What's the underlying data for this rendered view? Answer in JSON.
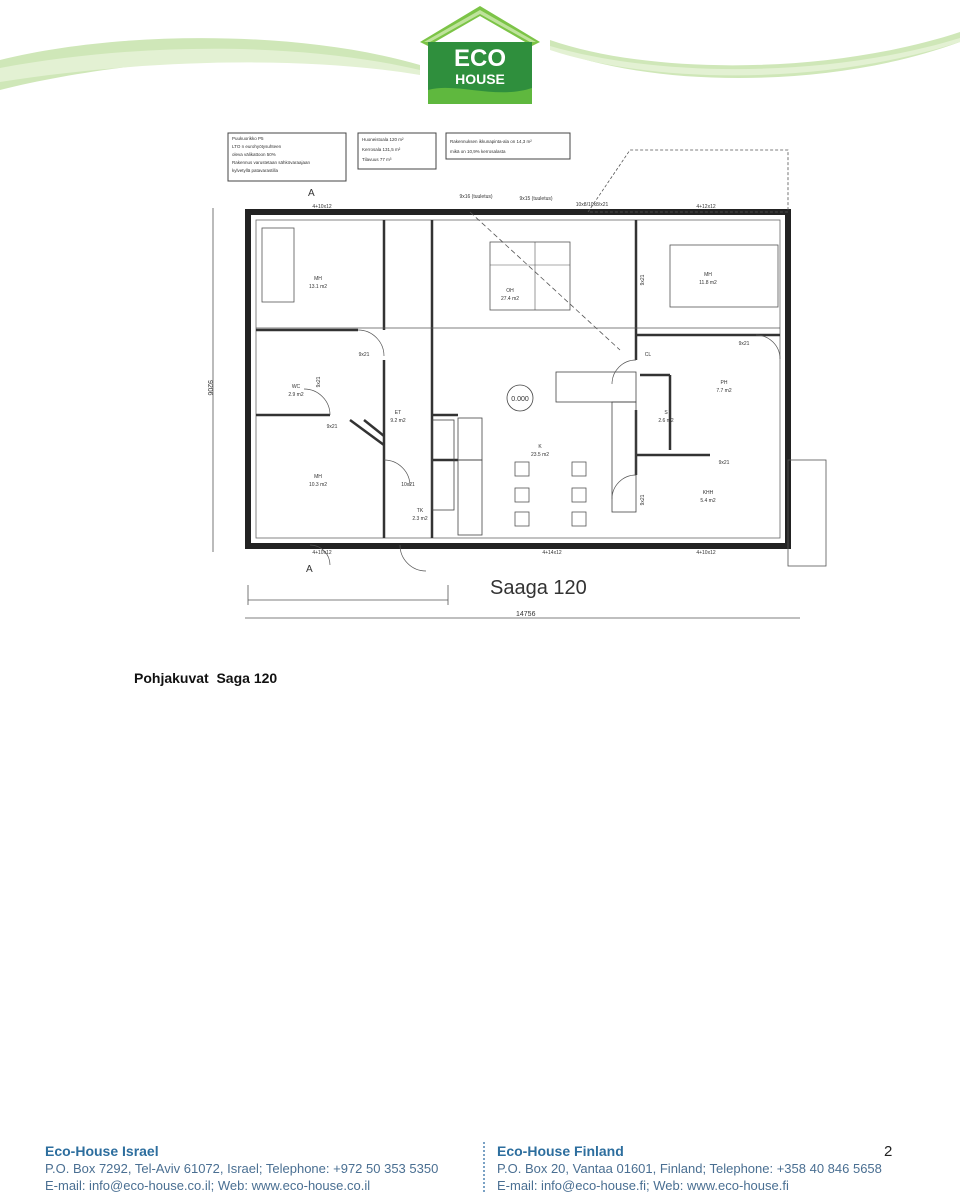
{
  "logo": {
    "word_top": "ECO",
    "word_bottom": "HOUSE",
    "brand_green": "#2f8f3d",
    "roof_green": "#6fbf45"
  },
  "plan": {
    "title": "Saaga 120",
    "width_dim": "14756",
    "height_dim": "9206",
    "section_marker": "A",
    "notes_left": [
      "Puukuorikko P5",
      "LTO n eurohyötysuhteen",
      "oleva välikattoon 50%",
      "Rakennus varustetaan sähkövaraajaan",
      "kylvetyllä patavarastilla"
    ],
    "notes_mid": [
      "Huoneistoala 120 m²",
      "Kerrosala 131,5 m²",
      "Tilavuus 77 m³"
    ],
    "notes_right": [
      "Rakennuksen ikkunapinta-ala on 14,3 m²",
      "mikä on 10,9% kerrosalasta"
    ],
    "rooms": [
      {
        "name": "MH",
        "area": "13.1 m2"
      },
      {
        "name": "OH",
        "area": "27.4 m2"
      },
      {
        "name": "MH",
        "area": "11.8 m2"
      },
      {
        "name": "WC",
        "area": "2.9 m2"
      },
      {
        "name": "ET",
        "area": "9.2 m2"
      },
      {
        "name": "K",
        "area": "23.5 m2"
      },
      {
        "name": "PH",
        "area": "7.7 m2"
      },
      {
        "name": "S",
        "area": "2.6 m2"
      },
      {
        "name": "MH",
        "area": "10.3 m2"
      },
      {
        "name": "TK",
        "area": "2.3 m2"
      },
      {
        "name": "KHH",
        "area": "5.4 m2"
      },
      {
        "name": "CL",
        "area": ""
      }
    ],
    "level": "0.000",
    "doors": [
      "9x21",
      "9x21",
      "9x21",
      "9x21",
      "10x21",
      "9x21",
      "9x21",
      "9x21"
    ],
    "windows": [
      "4+10x12",
      "4+12x12",
      "4+14x12",
      "4+10x12",
      "4+10x12",
      "9x16 (tuuletus)",
      "9x15 (tuuletus)",
      "10x8/10x8/x21"
    ]
  },
  "caption": "Pohjakuvat  Saga 120",
  "page_number": "2",
  "footer": {
    "israel": {
      "title": "Eco-House Israel",
      "line1": "P.O. Box 7292, Tel-Aviv 61072, Israel; Telephone: +972 50 353 5350",
      "line2": "E-mail: info@eco-house.co.il; Web: www.eco-house.co.il"
    },
    "finland": {
      "title": "Eco-House Finland",
      "line1": "P.O. Box 20, Vantaa 01601, Finland; Telephone: +358 40 846 5658",
      "line2": "E-mail: info@eco-house.fi; Web: www.eco-house.fi"
    }
  }
}
